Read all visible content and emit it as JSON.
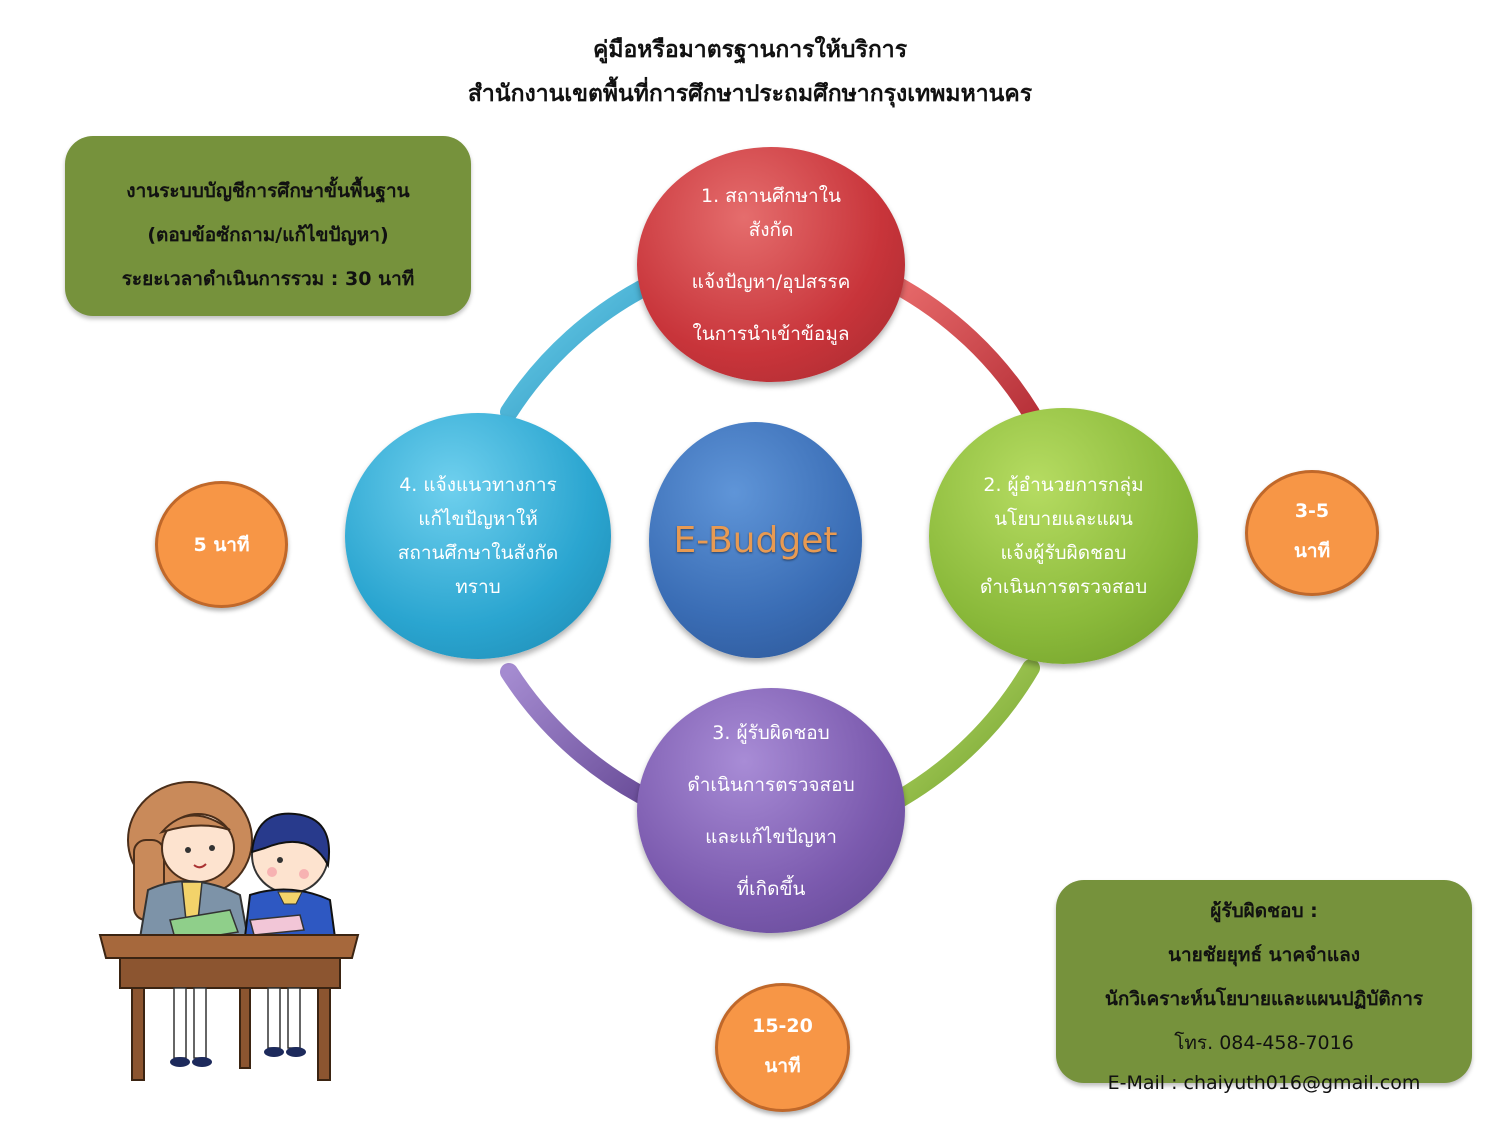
{
  "header": {
    "line1": "คู่มือหรือมาตรฐานการให้บริการ",
    "line2": "สำนักงานเขตพื้นที่การศึกษาประถมศึกษากรุงเทพมหานคร"
  },
  "info_box": {
    "line1": "งานระบบบัญชีการศึกษาขั้นพื้นฐาน",
    "line2": "(ตอบข้อซักถาม/แก้ไขปัญหา)",
    "line3": "ระยะเวลาดำเนินการรวม : 30 นาที"
  },
  "center": {
    "label": "E-Budget"
  },
  "steps": {
    "step1": {
      "line1": "1. สถานศึกษาใน",
      "line2": "สังกัด",
      "line3": "แจ้งปัญหา/อุปสรรค",
      "line4": "ในการนำเข้าข้อมูล"
    },
    "step2": {
      "line1": "2. ผู้อำนวยการกลุ่ม",
      "line2": "นโยบายและแผน",
      "line3": "แจ้งผู้รับผิดชอบ",
      "line4": "ดำเนินการตรวจสอบ"
    },
    "step3": {
      "line1": "3. ผู้รับผิดชอบ",
      "line2": "ดำเนินการตรวจสอบ",
      "line3": "และแก้ไขปัญหา",
      "line4": "ที่เกิดขึ้น"
    },
    "step4": {
      "line1": "4. แจ้งแนวทางการ",
      "line2": "แก้ไขปัญหาให้",
      "line3": "สถานศึกษาในสังกัด",
      "line4": "ทราบ"
    }
  },
  "times": {
    "left": "5 นาที",
    "right_line1": "3-5",
    "right_line2": "นาที",
    "bottom_line1": "15-20",
    "bottom_line2": "นาที"
  },
  "contact": {
    "heading": "ผู้รับผิดชอบ :",
    "name": "นายชัยยุทธ์ นาคจำแลง",
    "position": "นักวิเคราะห์นโยบายและแผนปฏิบัติการ",
    "phone": "โทร. 084-458-7016",
    "email": "E-Mail : chaiyuth016@gmail.com"
  },
  "colors": {
    "green_box": "#76923c",
    "step1": "#c0392b",
    "step2": "#8bbf3a",
    "step3": "#7a5aa8",
    "step4": "#2ea7cc",
    "center": "#3b6fb6",
    "time": "#f79646"
  }
}
